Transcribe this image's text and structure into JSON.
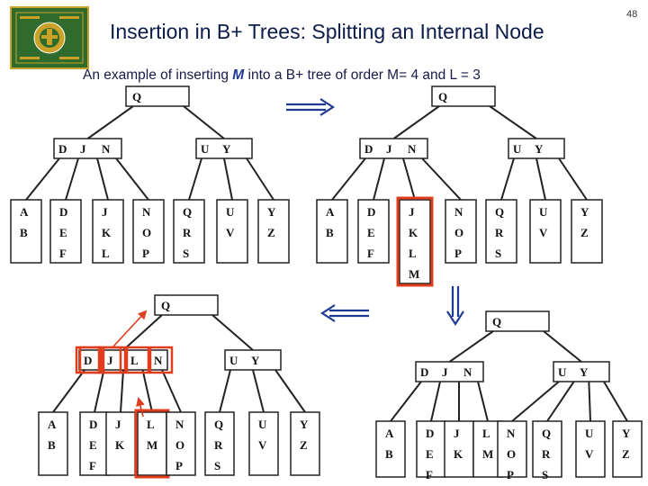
{
  "slide": {
    "title": "Insertion in B+ Trees: Splitting an Internal Node",
    "number": "48",
    "subtitle_pre": "An example of inserting ",
    "subtitle_key": "M",
    "subtitle_post": " into a B+ tree of order M= 4 and L = 3"
  },
  "colors": {
    "title": "#0b1b4a",
    "highlight": "#e03c1e",
    "arrow_blue": "#1f3a93",
    "logo_green": "#2f6b2c",
    "logo_gold": "#c9a227"
  },
  "trees": [
    {
      "id": "tree1",
      "root": [
        "Q"
      ],
      "internal": [
        [
          "D",
          "J",
          "N"
        ],
        [
          "U",
          "Y"
        ]
      ],
      "leaves": [
        [
          "A",
          "B"
        ],
        [
          "D",
          "E",
          "F"
        ],
        [
          "J",
          "K",
          "L"
        ],
        [
          "N",
          "O",
          "P"
        ],
        [
          "Q",
          "R",
          "S"
        ],
        [
          "U",
          "V"
        ],
        [
          "Y",
          "Z"
        ]
      ]
    },
    {
      "id": "tree2",
      "root": [
        "Q"
      ],
      "internal": [
        [
          "D",
          "J",
          "N"
        ],
        [
          "U",
          "Y"
        ]
      ],
      "leaves": [
        [
          "A",
          "B"
        ],
        [
          "D",
          "E",
          "F"
        ],
        [
          "J",
          "K",
          "L",
          "M"
        ],
        [
          "N",
          "O",
          "P"
        ],
        [
          "Q",
          "R",
          "S"
        ],
        [
          "U",
          "V"
        ],
        [
          "Y",
          "Z"
        ]
      ],
      "highlight_leaf": 2
    },
    {
      "id": "tree3",
      "root": [
        "Q"
      ],
      "internal": [
        [
          "D",
          "J",
          "N"
        ],
        [
          "U",
          "Y"
        ]
      ],
      "leaves": [
        [
          "A",
          "B"
        ],
        [
          "D",
          "E",
          "F"
        ],
        [
          "J",
          "K"
        ],
        [
          "L",
          "M"
        ],
        [
          "N",
          "O",
          "P"
        ],
        [
          "Q",
          "R",
          "S"
        ],
        [
          "U",
          "V"
        ],
        [
          "Y",
          "Z"
        ]
      ]
    },
    {
      "id": "tree4",
      "root": [
        "Q"
      ],
      "internal": [
        [
          "D",
          "J",
          "L",
          "N"
        ],
        [
          "U",
          "Y"
        ]
      ],
      "leaves": [
        [
          "A",
          "B"
        ],
        [
          "D",
          "E",
          "F"
        ],
        [
          "J",
          "K"
        ],
        [
          "L",
          "M"
        ],
        [
          "N",
          "O",
          "P"
        ],
        [
          "Q",
          "R",
          "S"
        ],
        [
          "U",
          "V"
        ],
        [
          "Y",
          "Z"
        ]
      ],
      "highlight_keys": [
        1
      ],
      "highlight_leaf": 3
    }
  ]
}
